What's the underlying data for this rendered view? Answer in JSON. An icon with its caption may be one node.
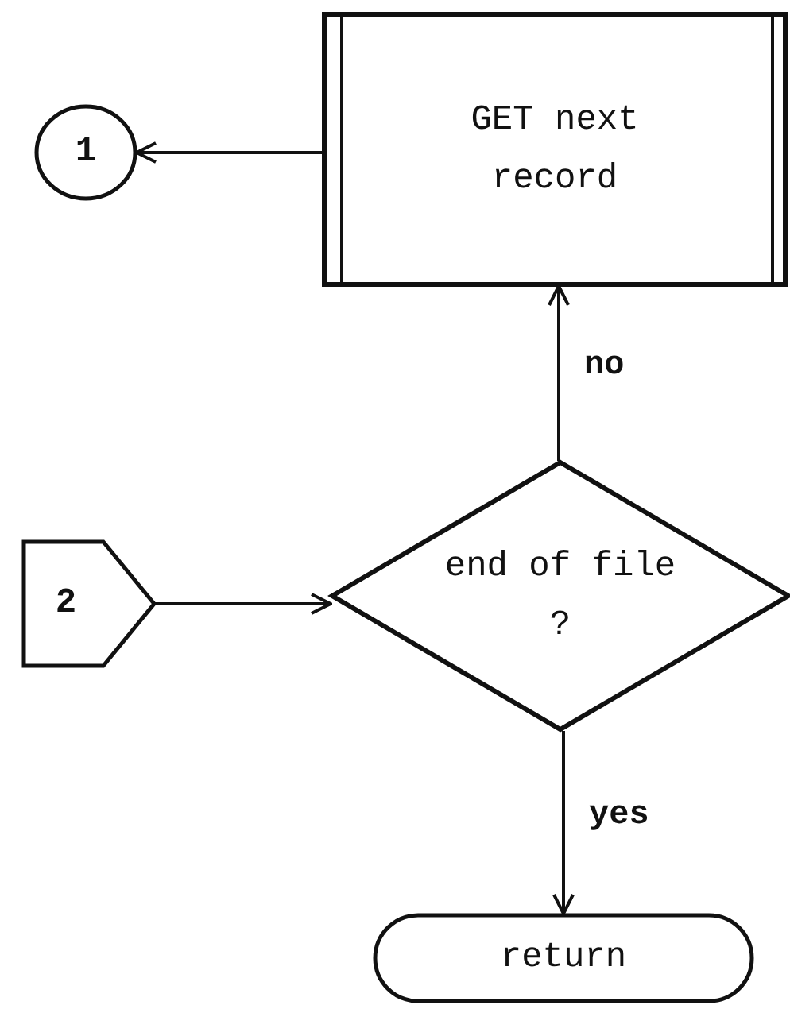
{
  "diagram": {
    "nodes": [
      {
        "text": [
          "1"
        ]
      },
      {
        "text": [
          "GET next record"
        ]
      },
      {
        "text": [
          "2"
        ]
      },
      {
        "text": [
          "end of file ?"
        ]
      },
      {
        "text": [
          "return"
        ]
      }
    ],
    "edges": [
      {
        "from": 1,
        "to": 0,
        "arrow": "to"
      },
      {
        "from": 3,
        "to": 1,
        "arrow": "to",
        "label": "no"
      },
      {
        "from": 2,
        "to": 3,
        "arrow": "to"
      },
      {
        "from": 3,
        "to": 4,
        "arrow": "to",
        "label": "yes"
      }
    ]
  }
}
